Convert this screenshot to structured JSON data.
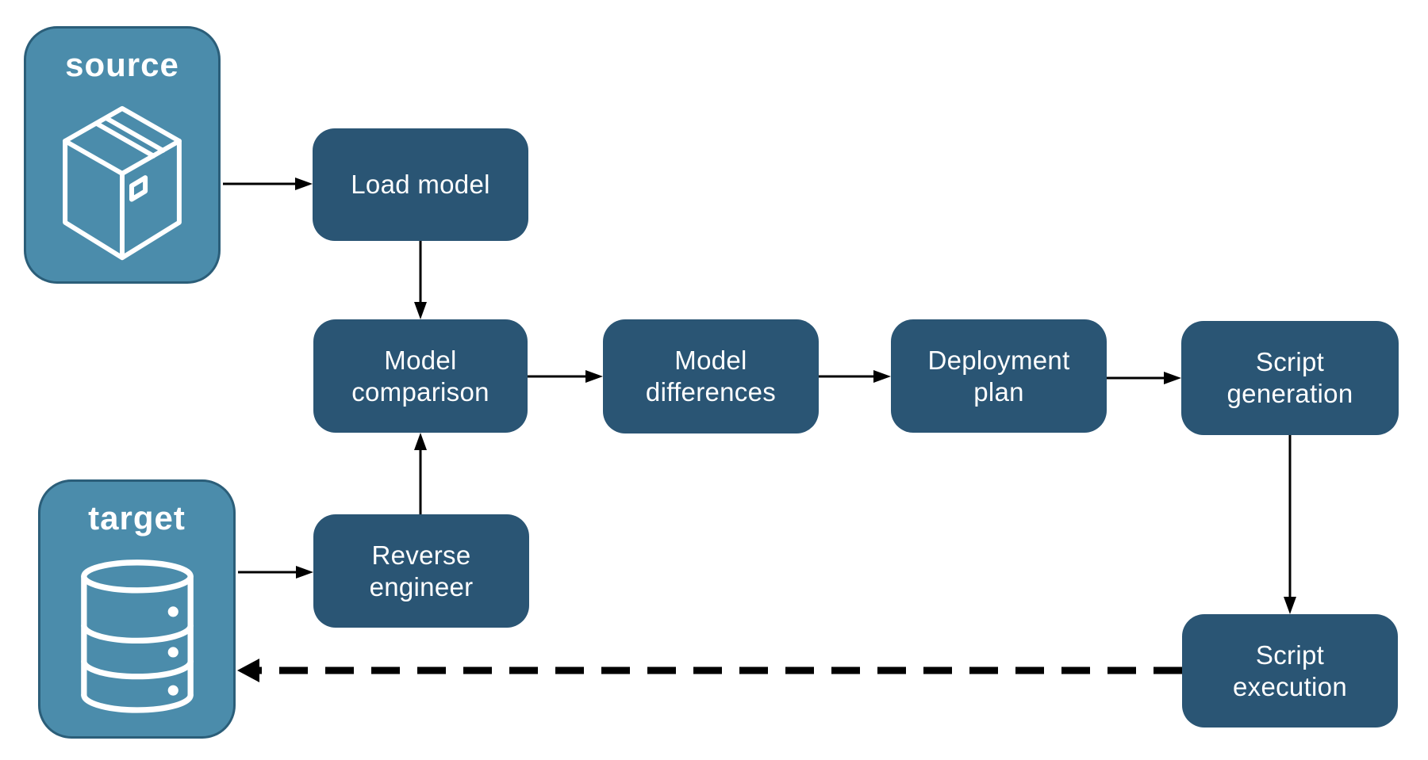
{
  "diagram": {
    "type": "flowchart",
    "endpoints": {
      "source": {
        "label": "source",
        "icon": "package-icon"
      },
      "target": {
        "label": "target",
        "icon": "database-icon"
      }
    },
    "nodes": {
      "load_model": {
        "label": "Load model"
      },
      "model_comparison": {
        "label": "Model comparison"
      },
      "model_differences": {
        "label": "Model differences"
      },
      "deployment_plan": {
        "label": "Deployment plan"
      },
      "script_generation": {
        "label": "Script generation"
      },
      "reverse_engineer": {
        "label": "Reverse engineer"
      },
      "script_execution": {
        "label": "Script execution"
      }
    },
    "edges": [
      {
        "from": "source",
        "to": "load_model",
        "style": "solid"
      },
      {
        "from": "load_model",
        "to": "model_comparison",
        "style": "solid"
      },
      {
        "from": "model_comparison",
        "to": "model_differences",
        "style": "solid"
      },
      {
        "from": "model_differences",
        "to": "deployment_plan",
        "style": "solid"
      },
      {
        "from": "deployment_plan",
        "to": "script_generation",
        "style": "solid"
      },
      {
        "from": "script_generation",
        "to": "script_execution",
        "style": "solid"
      },
      {
        "from": "target",
        "to": "reverse_engineer",
        "style": "solid"
      },
      {
        "from": "reverse_engineer",
        "to": "model_comparison",
        "style": "solid"
      },
      {
        "from": "script_execution",
        "to": "target",
        "style": "dashed"
      }
    ],
    "colors": {
      "node_fill": "#2A5574",
      "endpoint_fill": "#4B8CAB",
      "endpoint_border": "#2B5E79",
      "label_text": "#FFFFFF",
      "arrow": "#000000",
      "background": "#FFFFFF"
    }
  }
}
